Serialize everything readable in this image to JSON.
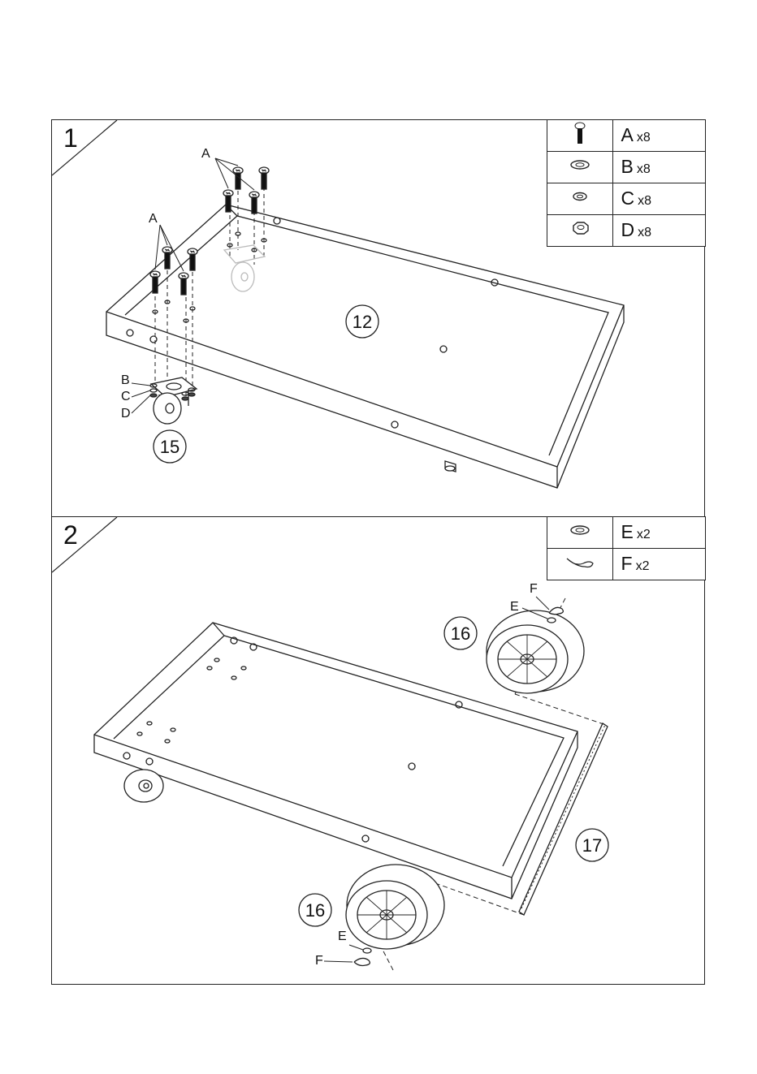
{
  "steps": [
    {
      "number": "1",
      "parts_legend": [
        {
          "letter": "A",
          "qty": "x8",
          "icon": "screw-icon"
        },
        {
          "letter": "B",
          "qty": "x8",
          "icon": "washer-icon"
        },
        {
          "letter": "C",
          "qty": "x8",
          "icon": "lock-washer-icon"
        },
        {
          "letter": "D",
          "qty": "x8",
          "icon": "hex-nut-icon"
        }
      ],
      "callouts": {
        "screws_left": "A",
        "screws_right": "A",
        "washer": "B",
        "lock_washer": "C",
        "nut": "D"
      },
      "part_numbers": {
        "tray": "12",
        "caster": "15"
      }
    },
    {
      "number": "2",
      "parts_legend": [
        {
          "letter": "E",
          "qty": "x2",
          "icon": "washer-icon"
        },
        {
          "letter": "F",
          "qty": "x2",
          "icon": "cotter-pin-icon"
        }
      ],
      "callouts": {
        "top_pin": "F",
        "top_washer": "E",
        "bottom_washer": "E",
        "bottom_pin": "F"
      },
      "part_numbers": {
        "wheel_top": "16",
        "wheel_bottom": "16",
        "axle": "17"
      }
    }
  ]
}
